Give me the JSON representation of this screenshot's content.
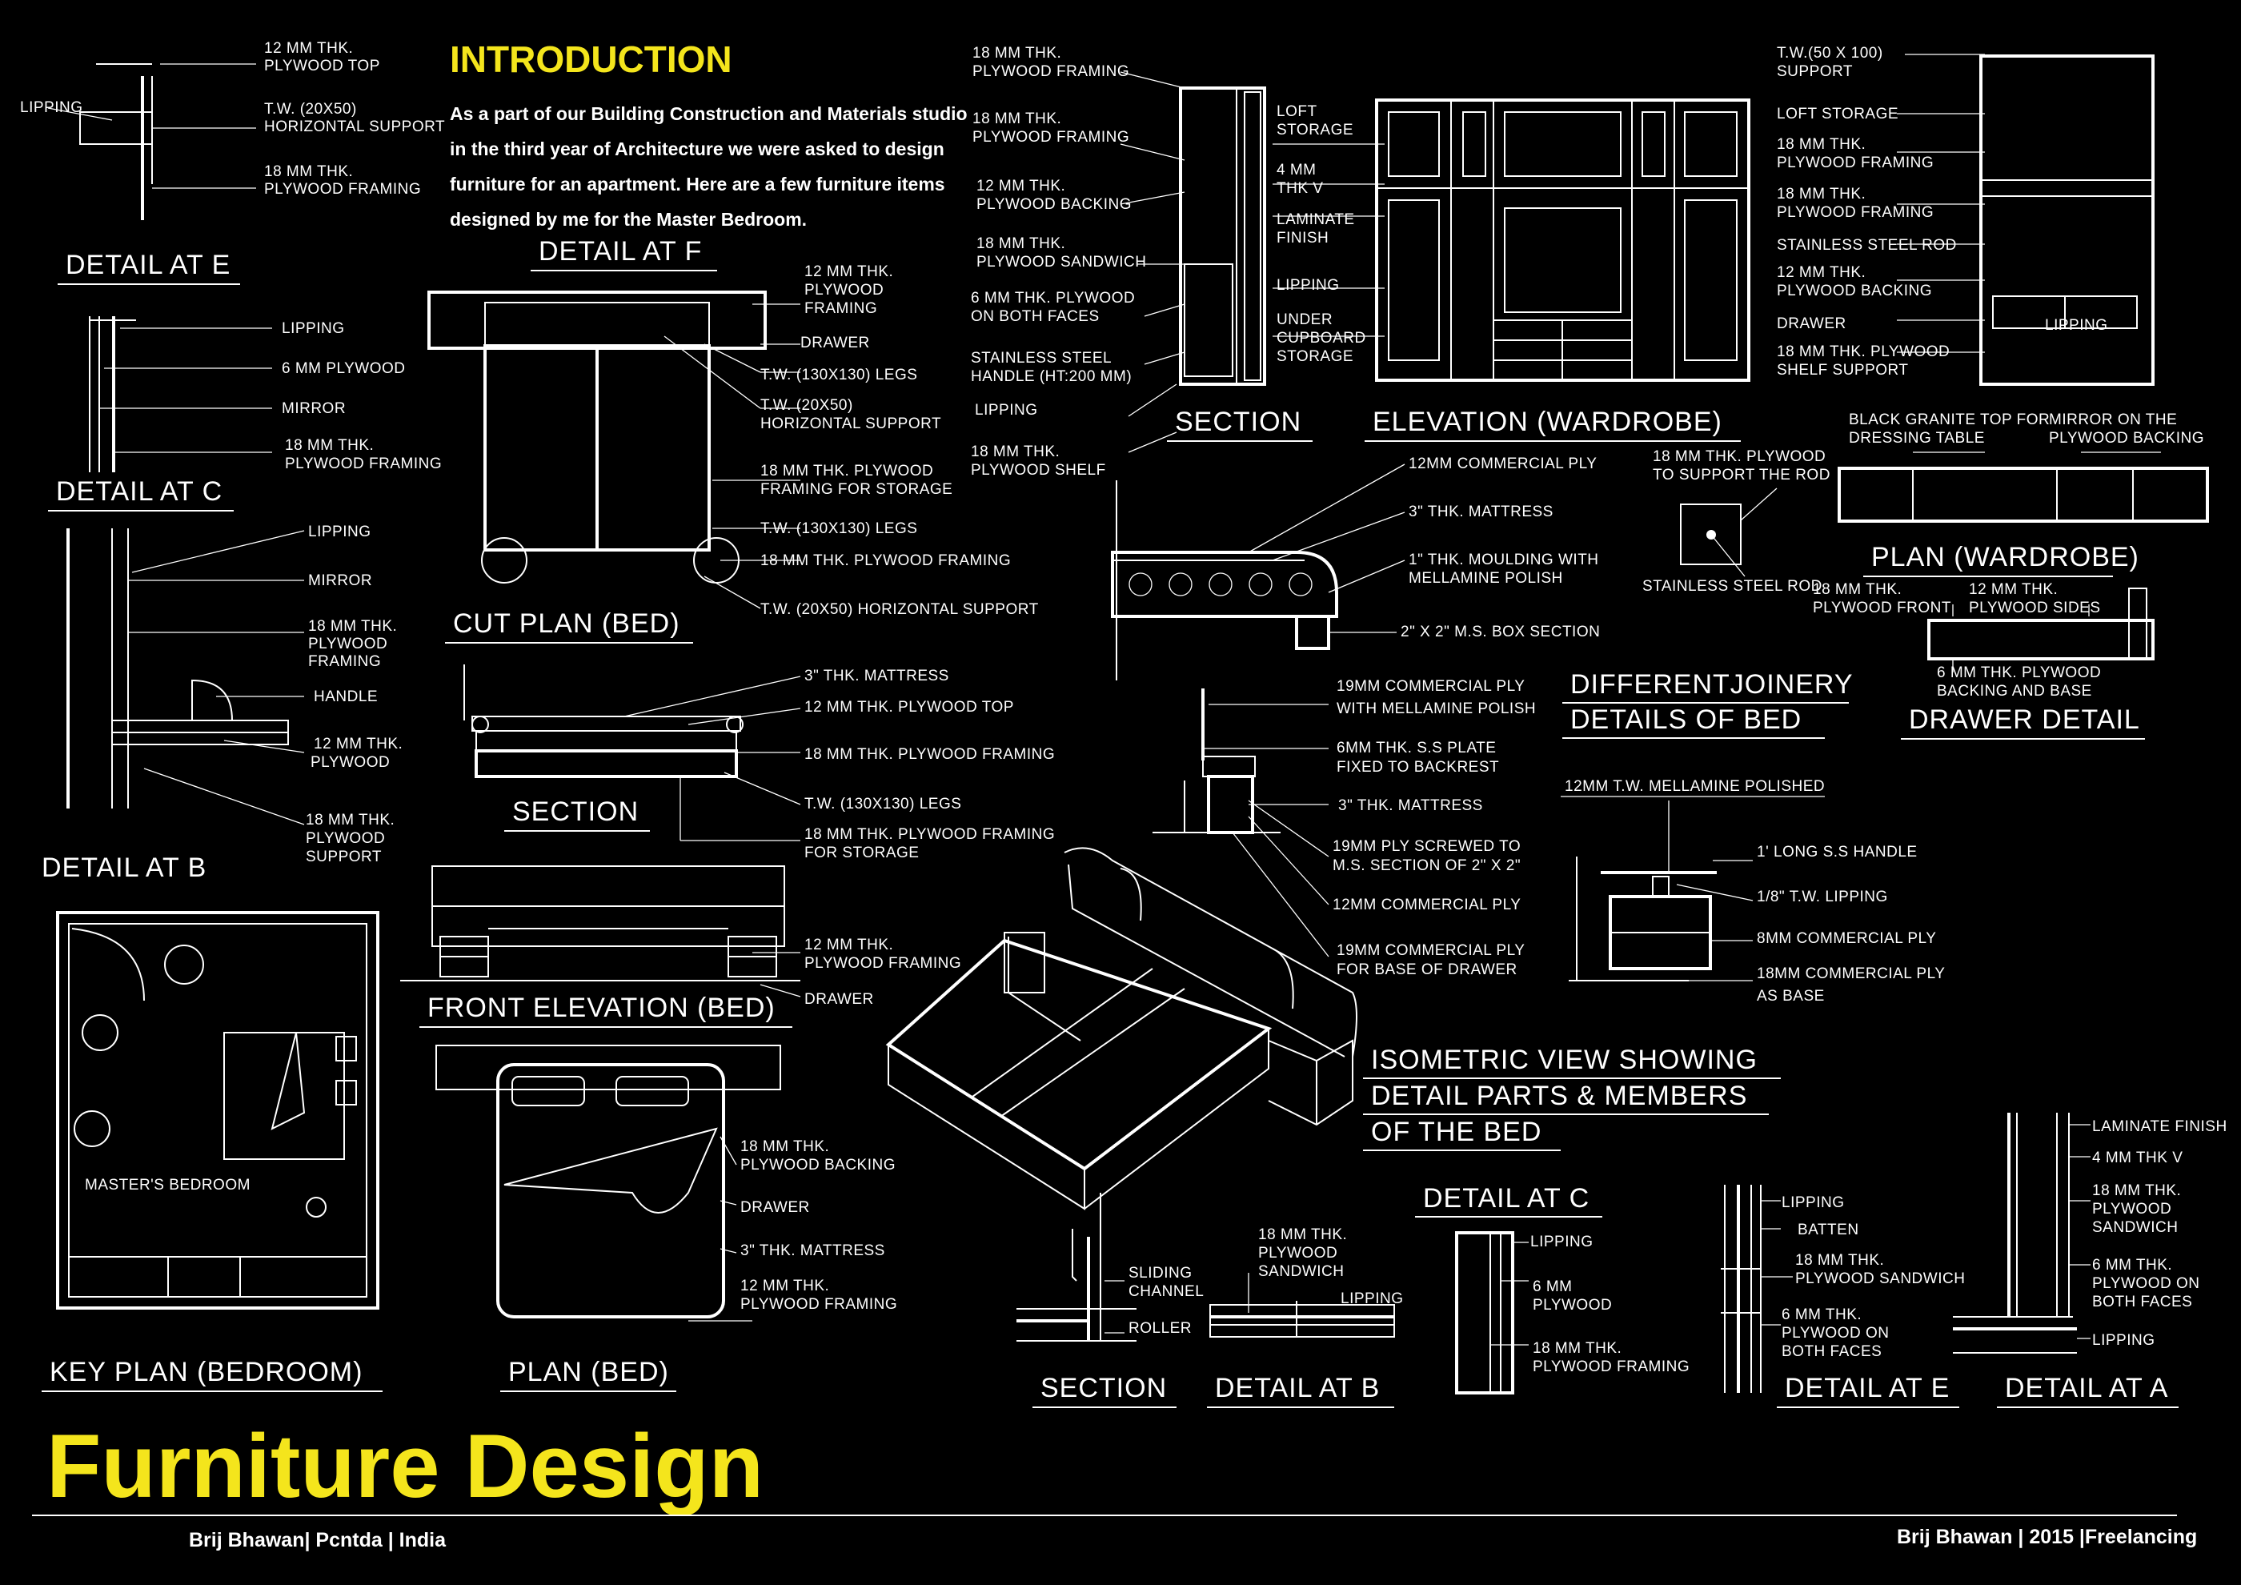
{
  "headline": "Furniture Design",
  "byline": "Brij Bhawan| Pcntda | India",
  "credit": "Brij Bhawan | 2015 |Freelancing",
  "colors": {
    "accent": "#f4e51c",
    "background": "#000000",
    "line": "#ffffff"
  },
  "intro": {
    "title": "INTRODUCTION",
    "lines": [
      "As a part of our Building Construction and Materials studio",
      "in the third year of Architecture we were asked to design",
      "furniture for an apartment. Here are a few furniture items",
      "designed by me for the Master Bedroom."
    ]
  },
  "drawings": {
    "detail_e_top": {
      "title": "DETAIL AT E",
      "labels": [
        "12 MM THK.",
        "PLYWOOD TOP",
        "LIPPING",
        "T.W. (20X50)",
        "HORIZONTAL SUPPORT",
        "18 MM THK.",
        "PLYWOOD FRAMING"
      ]
    },
    "detail_c_left": {
      "title": "DETAIL AT C",
      "labels": [
        "LIPPING",
        "6 MM PLYWOOD",
        "MIRROR",
        "18 MM THK.",
        "PLYWOOD FRAMING"
      ]
    },
    "detail_b_left": {
      "title": "DETAIL AT B",
      "labels": [
        "LIPPING",
        "MIRROR",
        "18 MM THK.",
        "PLYWOOD",
        "FRAMING",
        "HANDLE",
        "12 MM THK.",
        "PLYWOOD",
        "18 MM THK.",
        "PLYWOOD",
        "SUPPORT"
      ]
    },
    "key_plan": {
      "title": "KEY PLAN (BEDROOM)",
      "room": "MASTER'S BEDROOM"
    },
    "detail_f": {
      "title": "DETAIL AT F"
    },
    "cut_plan": {
      "title": "CUT PLAN (BED)",
      "labels": [
        "12 MM THK.",
        "PLYWOOD",
        "FRAMING",
        "DRAWER",
        "T.W. (130X130) LEGS",
        "T.W. (20X50)",
        "HORIZONTAL SUPPORT",
        "18 MM THK. PLYWOOD",
        "FRAMING FOR STORAGE",
        "T.W. (130X130) LEGS",
        "18 MM THK. PLYWOOD FRAMING",
        "T.W. (20X50) HORIZONTAL SUPPORT"
      ]
    },
    "bed_section": {
      "title": "SECTION",
      "labels": [
        "3\" THK. MATTRESS",
        "12 MM THK. PLYWOOD TOP",
        "18 MM THK. PLYWOOD FRAMING",
        "T.W. (130X130) LEGS",
        "18 MM THK. PLYWOOD FRAMING",
        "FOR STORAGE"
      ]
    },
    "front_elevation": {
      "title": "FRONT ELEVATION (BED)",
      "labels": [
        "12 MM THK.",
        "PLYWOOD FRAMING",
        "DRAWER"
      ]
    },
    "plan_bed": {
      "title": "PLAN (BED)",
      "labels": [
        "18 MM THK.",
        "PLYWOOD BACKING",
        "DRAWER",
        "3\" THK. MATTRESS",
        "12 MM THK.",
        "PLYWOOD FRAMING"
      ]
    },
    "wardrobe_section": {
      "title": "SECTION",
      "labels": [
        "18 MM THK.",
        "PLYWOOD FRAMING",
        "18 MM THK.",
        "PLYWOOD FRAMING",
        "12 MM THK.",
        "PLYWOOD BACKING",
        "18 MM THK.",
        "PLYWOOD SANDWICH",
        "6 MM THK. PLYWOOD",
        "ON BOTH FACES",
        "STAINLESS STEEL",
        "HANDLE (HT:200 MM)",
        "LIPPING",
        "18 MM THK.",
        "PLYWOOD SHELF",
        "LOFT",
        "STORAGE",
        "4 MM",
        "THK V",
        "LAMINATE",
        "FINISH",
        "LIPPING",
        "UNDER",
        "CUPBOARD",
        "STORAGE"
      ]
    },
    "wardrobe_elevation": {
      "title": "ELEVATION (WARDROBE)"
    },
    "wardrobe_side": {
      "labels": [
        "T.W.(50 X 100)",
        "SUPPORT",
        "LOFT STORAGE",
        "18 MM THK.",
        "PLYWOOD FRAMING",
        "18 MM THK.",
        "PLYWOOD FRAMING",
        "STAINLESS STEEL ROD",
        "12 MM THK.",
        "PLYWOOD BACKING",
        "DRAWER",
        "LIPPING",
        "18 MM THK. PLYWOOD",
        "SHELF SUPPORT"
      ]
    },
    "wardrobe_plan": {
      "title": "PLAN (WARDROBE)",
      "labels": [
        "BLACK GRANITE TOP FOR",
        "DRESSING TABLE",
        "MIRROR ON THE",
        "PLYWOOD BACKING",
        "18 MM THK. PLYWOOD",
        "TO SUPPORT THE ROD",
        "STAINLESS STEEL ROD"
      ]
    },
    "drawer_detail": {
      "title": "DRAWER DETAIL",
      "labels": [
        "18 MM THK.",
        "PLYWOOD FRONT",
        "12 MM THK.",
        "PLYWOOD SIDES",
        "6 MM THK. PLYWOOD",
        "BACKING AND BASE"
      ]
    },
    "mattress_section": {
      "labels": [
        "12MM COMMERCIAL PLY",
        "3\" THK. MATTRESS",
        "1\" THK. MOULDING WITH",
        "MELLAMINE POLISH",
        "2\" X 2\" M.S. BOX SECTION"
      ]
    },
    "joinery": {
      "title_line1": "DIFFERENTJOINERY",
      "title_line2": "DETAILS OF BED",
      "labels": [
        "19MM COMMERCIAL PLY",
        "WITH MELLAMINE POLISH",
        "6MM THK. S.S PLATE",
        "FIXED TO BACKREST",
        "3\" THK. MATTRESS",
        "19MM PLY SCREWED TO",
        "M.S. SECTION OF 2\" X 2\"",
        "12MM COMMERCIAL PLY",
        "19MM COMMERCIAL PLY",
        "FOR BASE OF DRAWER"
      ]
    },
    "side_table": {
      "labels": [
        "12MM T.W. MELLAMINE POLISHED",
        "1' LONG S.S HANDLE",
        "1/8\" T.W. LIPPING",
        "8MM COMMERCIAL PLY",
        "18MM COMMERCIAL PLY",
        "AS BASE"
      ]
    },
    "isometric": {
      "title_lines": [
        "ISOMETRIC VIEW SHOWING",
        "DETAIL PARTS & MEMBERS",
        "OF THE BED"
      ]
    },
    "section_bottom": {
      "title": "SECTION",
      "labels": [
        "SLIDING",
        "CHANNEL",
        "ROLLER"
      ]
    },
    "detail_b_bottom": {
      "title": "DETAIL AT B",
      "labels": [
        "18 MM THK.",
        "PLYWOOD",
        "SANDWICH",
        "LIPPING"
      ]
    },
    "detail_c_bottom": {
      "title": "DETAIL AT C",
      "labels": [
        "LIPPING",
        "6 MM",
        "PLYWOOD",
        "18 MM THK.",
        "PLYWOOD FRAMING"
      ]
    },
    "detail_e_bottom": {
      "title": "DETAIL AT E",
      "labels": [
        "LIPPING",
        "BATTEN",
        "18 MM THK.",
        "PLYWOOD SANDWICH",
        "6 MM THK.",
        "PLYWOOD ON",
        "BOTH FACES"
      ]
    },
    "detail_a_bottom": {
      "title": "DETAIL AT A",
      "labels": [
        "LAMINATE FINISH",
        "4 MM THK V",
        "18 MM THK.",
        "PLYWOOD",
        "SANDWICH",
        "6 MM THK.",
        "PLYWOOD ON",
        "BOTH FACES",
        "LIPPING"
      ]
    }
  }
}
